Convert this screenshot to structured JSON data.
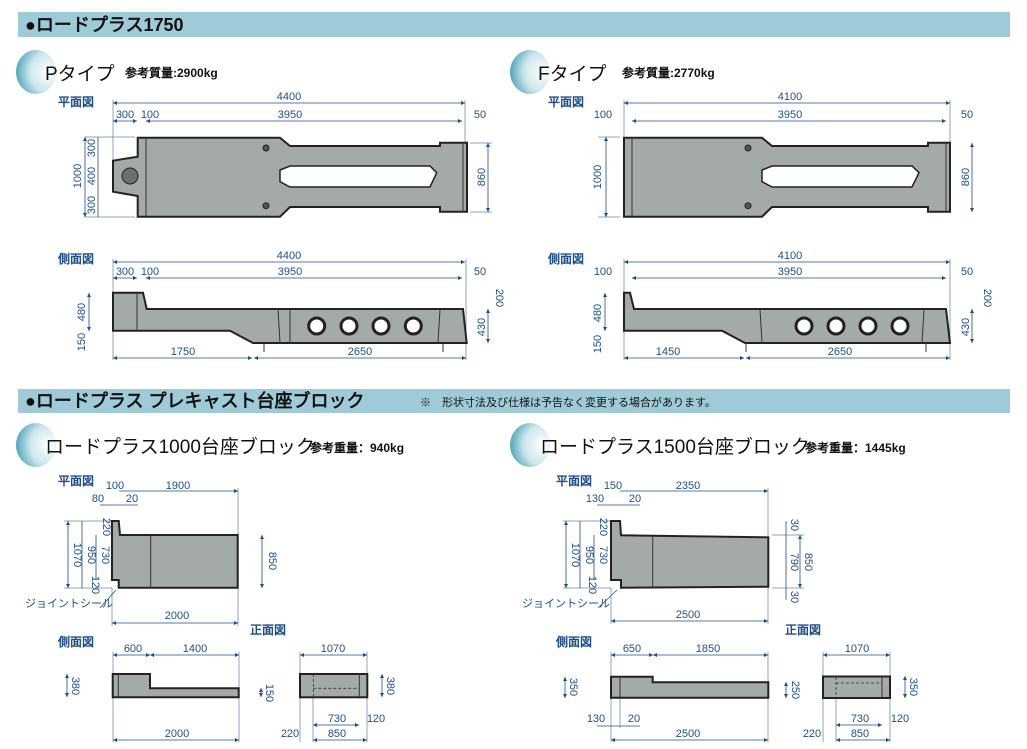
{
  "sections": [
    {
      "title": "●ロードプラス1750"
    },
    {
      "title": "●ロードプラス プレキャスト台座ブロック",
      "note": "※　形状寸法及び仕様は予告なく変更する場合があります。"
    }
  ],
  "p_type": {
    "name": "Pタイプ",
    "weight": "参考質量:2900kg",
    "plan": {
      "label": "平面図",
      "dims": [
        "4400",
        "300",
        "100",
        "3950",
        "50",
        "300",
        "400",
        "300",
        "1000",
        "860"
      ]
    },
    "side": {
      "label": "側面図",
      "dims": [
        "4400",
        "300",
        "100",
        "3950",
        "50",
        "480",
        "150",
        "200",
        "430",
        "1750",
        "2650"
      ]
    }
  },
  "f_type": {
    "name": "Fタイプ",
    "weight": "参考質量:2770kg",
    "plan": {
      "label": "平面図",
      "dims": [
        "4100",
        "100",
        "3950",
        "50",
        "1000",
        "860"
      ]
    },
    "side": {
      "label": "側面図",
      "dims": [
        "4100",
        "100",
        "3950",
        "50",
        "480",
        "150",
        "200",
        "430",
        "1450",
        "2650"
      ]
    }
  },
  "block1000": {
    "name": "ロードプラス1000台座ブロック",
    "weight": "参考重量：940kg",
    "plan": {
      "label": "平面図",
      "joint": "ジョイントシール",
      "dims": [
        "100",
        "1900",
        "80",
        "20",
        "220",
        "1070",
        "950",
        "730",
        "120",
        "850",
        "2000"
      ]
    },
    "side": {
      "label": "側面図",
      "dims": [
        "600",
        "1400",
        "380",
        "150",
        "2000"
      ]
    },
    "front": {
      "label": "正面図",
      "dims": [
        "1070",
        "380",
        "730",
        "120",
        "220",
        "850"
      ]
    }
  },
  "block1500": {
    "name": "ロードプラス1500台座ブロック",
    "weight": "参考重量：1445kg",
    "plan": {
      "label": "平面図",
      "joint": "ジョイントシール",
      "dims": [
        "150",
        "2350",
        "130",
        "20",
        "220",
        "1070",
        "950",
        "730",
        "120",
        "30",
        "790",
        "30",
        "850",
        "2500"
      ]
    },
    "side": {
      "label": "側面図",
      "dims": [
        "650",
        "1850",
        "350",
        "250",
        "130",
        "20",
        "2500"
      ]
    },
    "front": {
      "label": "正面図",
      "dims": [
        "1070",
        "350",
        "730",
        "120",
        "220",
        "850"
      ]
    }
  },
  "colors": {
    "band": "#9ecbd7",
    "concrete": "#a4aaa7",
    "dimension": "#1f4e8c"
  }
}
